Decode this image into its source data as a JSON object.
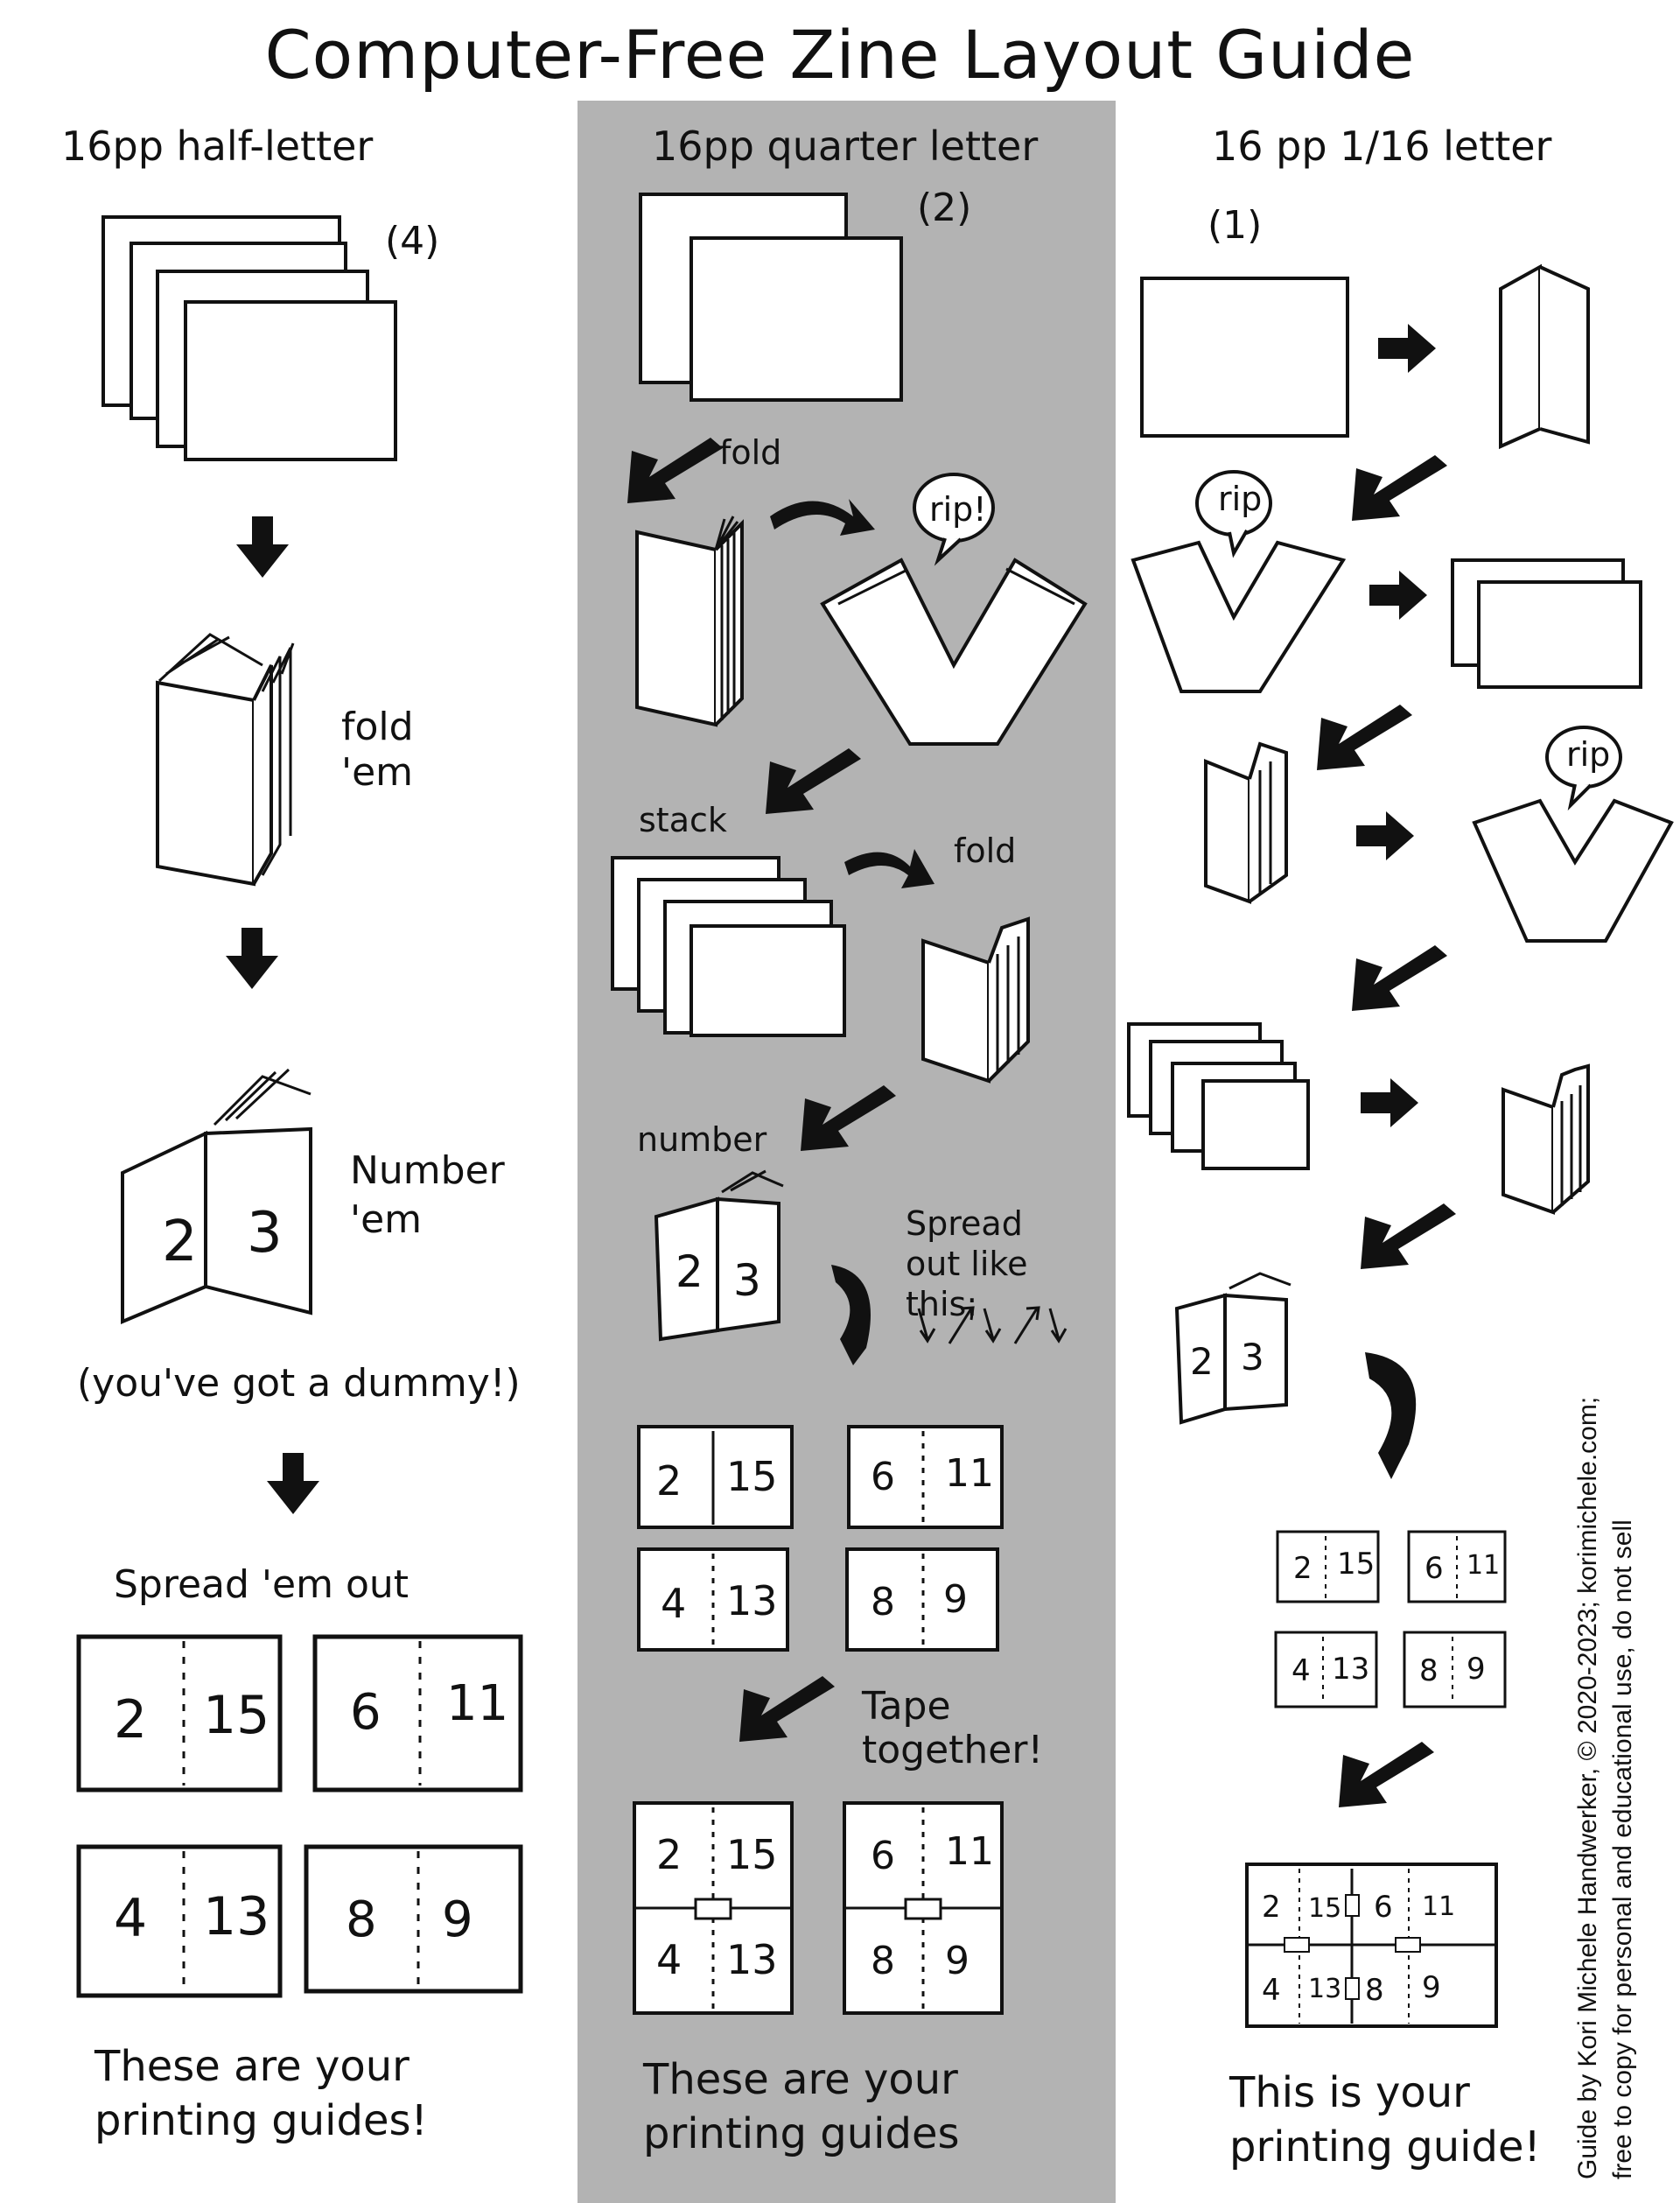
{
  "title": "Computer-Free Zine Layout Guide",
  "columns": [
    {
      "heading": "16pp half-letter",
      "sheet_count": "(4)",
      "steps": [
        "fold 'em",
        "Number 'em",
        "(you've got a dummy!)",
        "Spread 'em out"
      ],
      "spreads": [
        [
          "2",
          "15"
        ],
        [
          "6",
          "11"
        ],
        [
          "4",
          "13"
        ],
        [
          "8",
          "9"
        ]
      ],
      "caption": "These are your printing guides!"
    },
    {
      "heading": "16pp quarter letter",
      "sheet_count": "(2)",
      "steps": [
        "fold",
        "rip!",
        "stack",
        "fold",
        "number",
        "Spread out like this:",
        "Tape together!"
      ],
      "spreads": [
        [
          "2",
          "15"
        ],
        [
          "6",
          "11"
        ],
        [
          "4",
          "13"
        ],
        [
          "8",
          "9"
        ]
      ],
      "caption": "These are your printing guides"
    },
    {
      "heading": "16 pp 1/16 letter",
      "sheet_count": "(1)",
      "steps": [
        "rip",
        "rip"
      ],
      "spreads": [
        [
          "2",
          "15"
        ],
        [
          "6",
          "11"
        ],
        [
          "4",
          "13"
        ],
        [
          "8",
          "9"
        ]
      ],
      "caption": "This is your printing guide!"
    }
  ],
  "dummy_pages": [
    "2",
    "3"
  ],
  "credit": {
    "line1": "Guide by Kori Michele Handwerker, © 2020-2023; korimichele.com;",
    "line2": "free to copy for personal and educational use, do not sell"
  },
  "colors": {
    "background": "#ffffff",
    "middle_column": "#b3b3b3",
    "ink": "#111111"
  }
}
